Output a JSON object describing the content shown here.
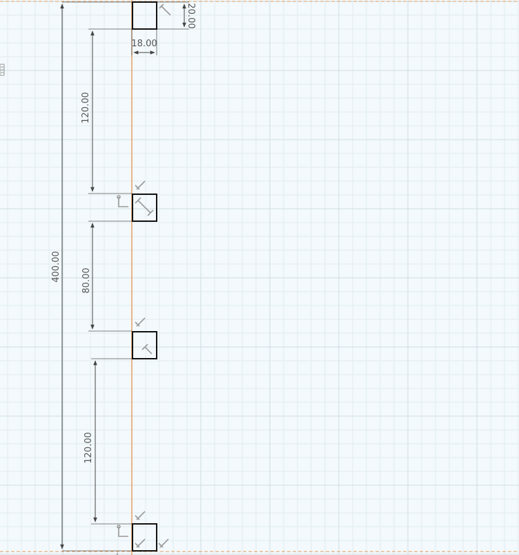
{
  "colors": {
    "background": "#f3f9fc",
    "grid_minor": "#e2ecf1",
    "grid_major": "#cfdde5",
    "axis_origin": "#e39a5a",
    "dimension_line": "#444444",
    "profile": "#111111",
    "constraint_glyph": "#9a9a9a"
  },
  "dimensions": {
    "overall_height": "400.00",
    "square_height": "20.00",
    "square_width": "18.00",
    "gap_top": "120.00",
    "gap_middle": "80.00",
    "gap_bottom": "120.00"
  },
  "icons": {
    "left_toolbar": "sketch-palette-icon",
    "perpendicular": "perpendicular-constraint-icon",
    "horizontal": "horizontal-constraint-icon",
    "coincident": "coincident-constraint-icon"
  }
}
